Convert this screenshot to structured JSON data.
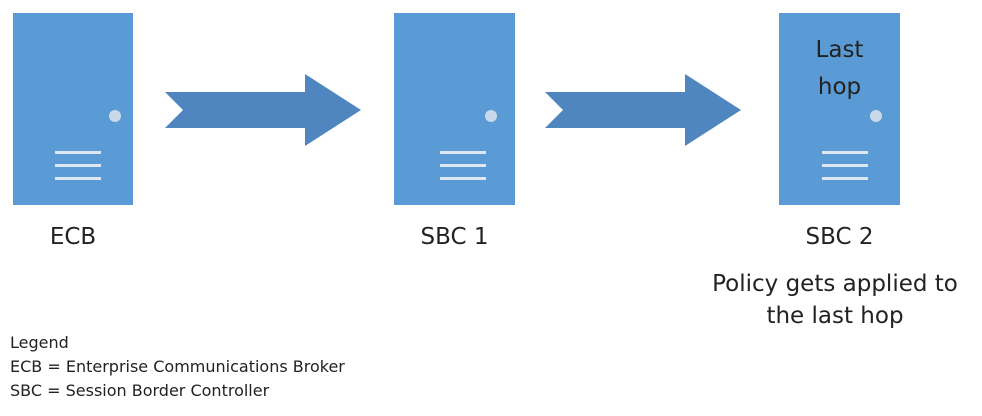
{
  "nodes": {
    "ecb": {
      "label": "ECB"
    },
    "sbc1": {
      "label": "SBC 1"
    },
    "sbc2": {
      "label": "SBC 2",
      "inner_line1": "Last",
      "inner_line2": "hop"
    }
  },
  "note": {
    "line1": "Policy gets applied to",
    "line2": "the last hop"
  },
  "legend": {
    "title": "Legend",
    "items": [
      "ECB = Enterprise Communications Broker",
      "SBC = Session Border Controller"
    ]
  },
  "colors": {
    "server": "#5b9bd5",
    "arrow": "#4f86bf",
    "text": "#222222"
  }
}
